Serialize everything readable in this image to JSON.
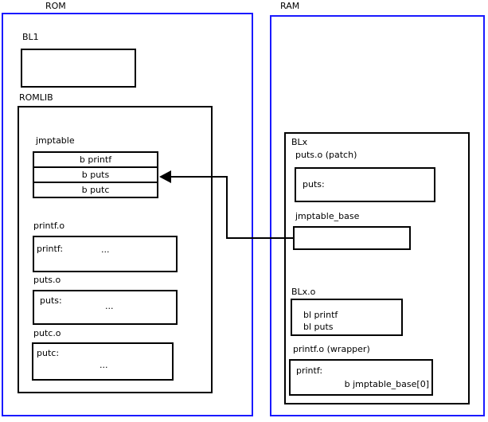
{
  "colors": {
    "frame_blue": "#1a1aff",
    "line_black": "#000000",
    "background": "#ffffff"
  },
  "rom": {
    "title": "ROM",
    "bl1": {
      "label": "BL1"
    },
    "romlib": {
      "label": "ROMLIB",
      "jmptable": {
        "label": "jmptable",
        "entries": [
          "b printf",
          "b puts",
          "b putc"
        ]
      },
      "printf_o": {
        "label": "printf.o",
        "symbol": "printf:",
        "dots": "..."
      },
      "puts_o": {
        "label": "puts.o",
        "symbol": "puts:",
        "dots": "..."
      },
      "putc_o": {
        "label": "putc.o",
        "symbol": "putc:",
        "dots": "..."
      }
    }
  },
  "ram": {
    "title": "RAM",
    "blx": {
      "label": "BLx",
      "puts_patch": {
        "label": "puts.o (patch)",
        "symbol": "puts:"
      },
      "jmptable_base": {
        "label": "jmptable_base"
      },
      "blx_o": {
        "label": "BLx.o",
        "instructions": [
          "bl printf",
          "bl puts"
        ]
      },
      "printf_wrapper": {
        "label": "printf.o (wrapper)",
        "symbol": "printf:",
        "branch": "b jmptable_base[0]"
      }
    }
  },
  "connector": {
    "from": "jmptable_base",
    "to": "b puts"
  }
}
